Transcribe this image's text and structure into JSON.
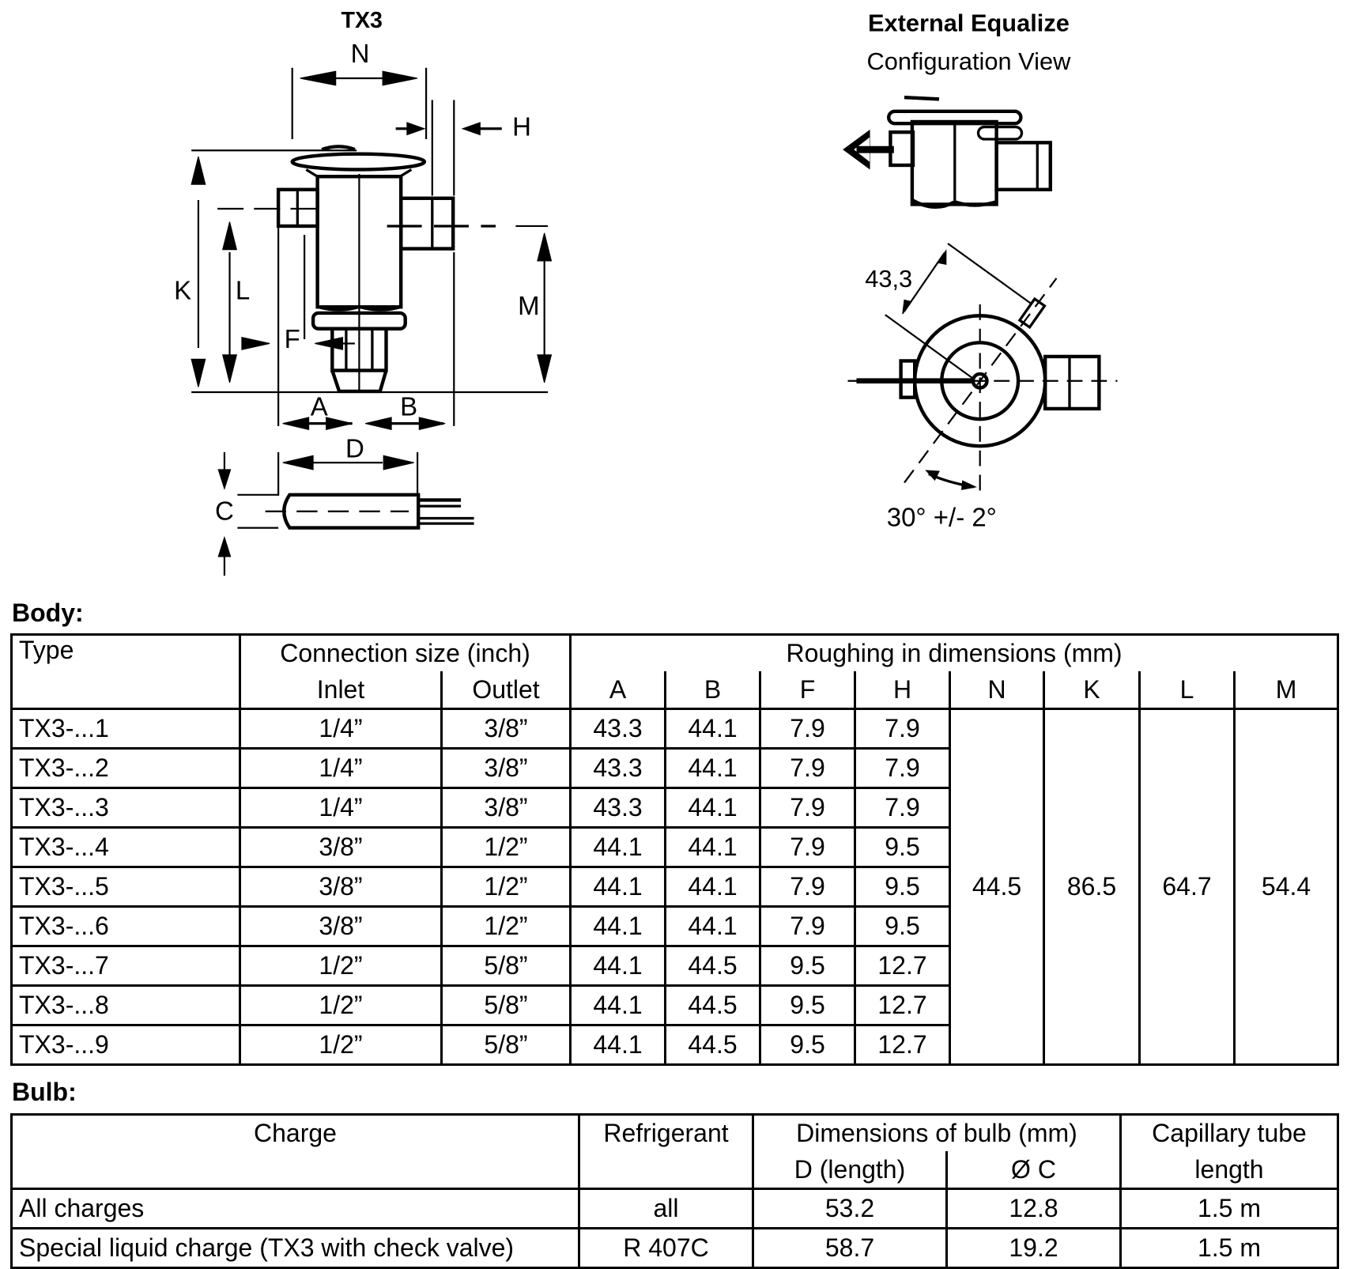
{
  "drawing": {
    "left_title": "TX3",
    "right_title": "External Equalize",
    "right_subtitle": "Configuration View",
    "dim_labels": {
      "N": "N",
      "H": "H",
      "K": "K",
      "L": "L",
      "M": "M",
      "F": "F",
      "A": "A",
      "B": "B",
      "D": "D",
      "C": "C"
    },
    "radius_label": "43,3",
    "angle_label": "30° +/- 2°"
  },
  "body": {
    "title": "Body:",
    "headers": {
      "type": "Type",
      "connection_group": "Connection size (inch)",
      "inlet": "Inlet",
      "outlet": "Outlet",
      "roughing_group": "Roughing in dimensions (mm)",
      "A": "A",
      "B": "B",
      "F": "F",
      "H": "H",
      "N": "N",
      "K": "K",
      "L": "L",
      "M": "M"
    },
    "rows": [
      {
        "type": "TX3-...1",
        "inlet": "1/4”",
        "outlet": "3/8”",
        "A": "43.3",
        "B": "44.1",
        "F": "7.9",
        "H": "7.9"
      },
      {
        "type": "TX3-...2",
        "inlet": "1/4”",
        "outlet": "3/8”",
        "A": "43.3",
        "B": "44.1",
        "F": "7.9",
        "H": "7.9"
      },
      {
        "type": "TX3-...3",
        "inlet": "1/4”",
        "outlet": "3/8”",
        "A": "43.3",
        "B": "44.1",
        "F": "7.9",
        "H": "7.9"
      },
      {
        "type": "TX3-...4",
        "inlet": "3/8”",
        "outlet": "1/2”",
        "A": "44.1",
        "B": "44.1",
        "F": "7.9",
        "H": "9.5"
      },
      {
        "type": "TX3-...5",
        "inlet": "3/8”",
        "outlet": "1/2”",
        "A": "44.1",
        "B": "44.1",
        "F": "7.9",
        "H": "9.5"
      },
      {
        "type": "TX3-...6",
        "inlet": "3/8”",
        "outlet": "1/2”",
        "A": "44.1",
        "B": "44.1",
        "F": "7.9",
        "H": "9.5"
      },
      {
        "type": "TX3-...7",
        "inlet": "1/2”",
        "outlet": "5/8”",
        "A": "44.1",
        "B": "44.5",
        "F": "9.5",
        "H": "12.7"
      },
      {
        "type": "TX3-...8",
        "inlet": "1/2”",
        "outlet": "5/8”",
        "A": "44.1",
        "B": "44.5",
        "F": "9.5",
        "H": "12.7"
      },
      {
        "type": "TX3-...9",
        "inlet": "1/2”",
        "outlet": "5/8”",
        "A": "44.1",
        "B": "44.5",
        "F": "9.5",
        "H": "12.7"
      }
    ],
    "common": {
      "N": "44.5",
      "K": "86.5",
      "L": "64.7",
      "M": "54.4"
    }
  },
  "bulb": {
    "title": "Bulb:",
    "headers": {
      "charge": "Charge",
      "refrigerant": "Refrigerant",
      "dimensions_group": "Dimensions of bulb (mm)",
      "d_length": "D (length)",
      "dia_c": "Ø C",
      "capillary_line1": "Capillary tube",
      "capillary_line2": "length"
    },
    "rows": [
      {
        "charge": "All charges",
        "refrigerant": "all",
        "d": "53.2",
        "c": "12.8",
        "capillary": "1.5 m"
      },
      {
        "charge": "Special liquid charge (TX3 with check valve)",
        "refrigerant": "R 407C",
        "d": "58.7",
        "c": "19.2",
        "capillary": "1.5 m"
      }
    ]
  }
}
